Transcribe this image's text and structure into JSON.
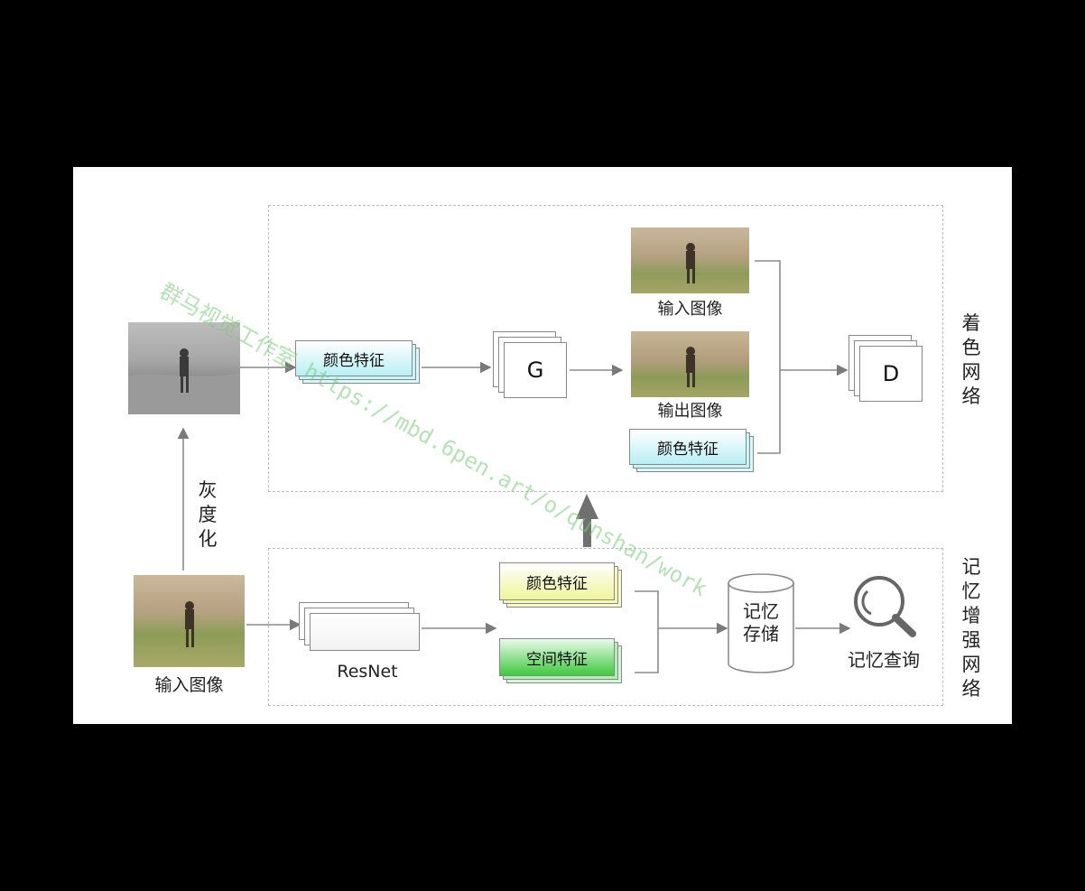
{
  "top_section": {
    "vertical_label": "着色网络",
    "color_feature_label": "颜色特征",
    "generator_label": "G",
    "discriminator_label": "D",
    "input_image_label": "输入图像",
    "output_image_label": "输出图像",
    "color_feature_label_2": "颜色特征"
  },
  "bottom_section": {
    "vertical_label": "记忆增强网络",
    "input_image_label": "输入图像",
    "resnet_label": "ResNet",
    "color_feature_label": "颜色特征",
    "spatial_feature_label": "空间特征",
    "memory_storage_label": "记忆存储",
    "memory_query_label": "记忆查询"
  },
  "grayscale_label": "灰度化",
  "watermark": "群马视觉工作室 https://mbd.6pen.art/o/qunshan/work",
  "colors": {
    "cyan_box": "#bff3f7",
    "yellow_box": "#f4f7a6",
    "green_box": "#4fd04f",
    "arrow": "#7a7a7a"
  }
}
